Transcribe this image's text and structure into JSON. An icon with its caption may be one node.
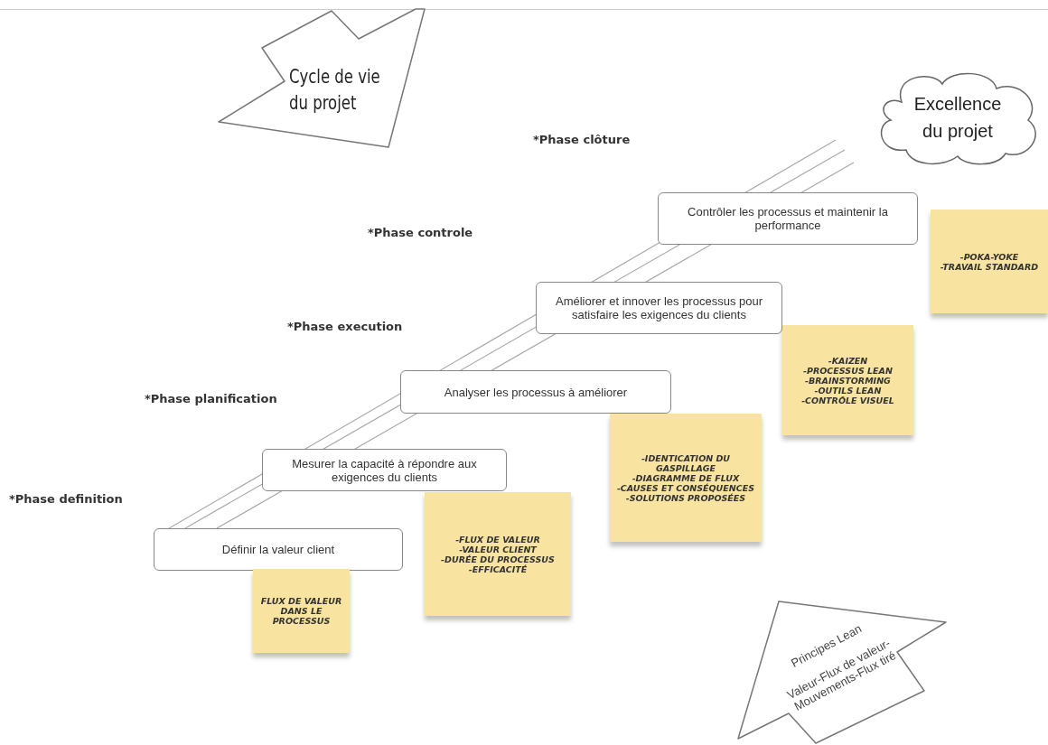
{
  "diagram": {
    "nodes": [
      {
        "text": [
          "Cycle de vie du projet"
        ]
      },
      {
        "text": [
          "Excellence du projet"
        ]
      },
      {
        "text": [
          "Contrôler les processus et maintenir la performance"
        ]
      },
      {
        "text": [
          "Améliorer et innover les processus pour satisfaire les exigences du clients"
        ]
      },
      {
        "text": [
          "Analyser les processus à améliorer"
        ]
      },
      {
        "text": [
          "Mesurer la capacité à répondre aux exigences du clients"
        ]
      },
      {
        "text": [
          "Définir la valeur client"
        ]
      },
      {
        "text": [
          "-POKA-YOKE",
          "-TRAVAIL STANDARD"
        ]
      },
      {
        "text": [
          "-KAIZEN",
          "-PROCESSUS LEAN",
          "-BRAINSTORMING",
          "-OUTILS LEAN",
          "-CONTRÔLE VISUEL"
        ]
      },
      {
        "text": [
          "-IDENTICATION DU GASPILLAGE",
          "-DIAGRAMME DE FLUX",
          "-CAUSES ET CONSÉQUENCES",
          "-SOLUTIONS PROPOSÉES"
        ]
      },
      {
        "text": [
          "-FLUX DE VALEUR",
          "-VALEUR CLIENT",
          "-DURÉE DU PROCESSUS",
          "-EFFICACITÉ"
        ]
      },
      {
        "text": [
          "FLUX DE VALEUR DANS LE PROCESSUS"
        ]
      },
      {
        "text": [
          "Principes Lean",
          "Valeur-Flux de valeur-Mouvements-Flux tiré"
        ]
      }
    ],
    "labels": [
      "*Phase clôture",
      "*Phase controle",
      "*Phase execution",
      "*Phase planification",
      "*Phase definition"
    ]
  }
}
